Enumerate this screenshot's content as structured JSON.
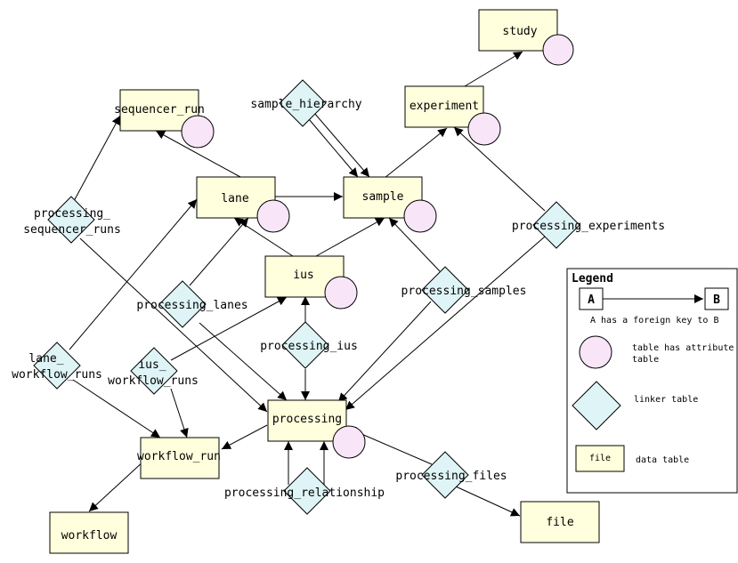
{
  "colors": {
    "table_fill": "#ffffdd",
    "circle_fill": "#f8e6f8",
    "diamond_fill": "#def4f6",
    "stroke": "#000000"
  },
  "tables": {
    "study": "study",
    "experiment": "experiment",
    "sequencer_run": "sequencer_run",
    "lane": "lane",
    "sample": "sample",
    "ius": "ius",
    "processing": "processing",
    "workflow_run": "workflow_run",
    "workflow": "workflow",
    "file": "file"
  },
  "linkers": {
    "sample_hierarchy": "sample_hierarchy",
    "processing_sequencer_runs_1": "processing_",
    "processing_sequencer_runs_2": "sequencer_runs",
    "processing_lanes": "processing_lanes",
    "processing_experiments": "processing_experiments",
    "processing_samples": "processing_samples",
    "processing_ius": "processing_ius",
    "lane_workflow_runs_1": "lane_",
    "lane_workflow_runs_2": "workflow_runs",
    "ius_workflow_runs_1": "ius_",
    "ius_workflow_runs_2": "workflow_runs",
    "processing_relationship": "processing_relationship",
    "processing_files": "processing_files"
  },
  "legend": {
    "title": "Legend",
    "box_a": "A",
    "box_b": "B",
    "fk_caption": "A has a foreign key to B",
    "attr_1": "table has attribute",
    "attr_2": "table",
    "linker": "linker table",
    "file_box": "file",
    "data": "data table"
  }
}
